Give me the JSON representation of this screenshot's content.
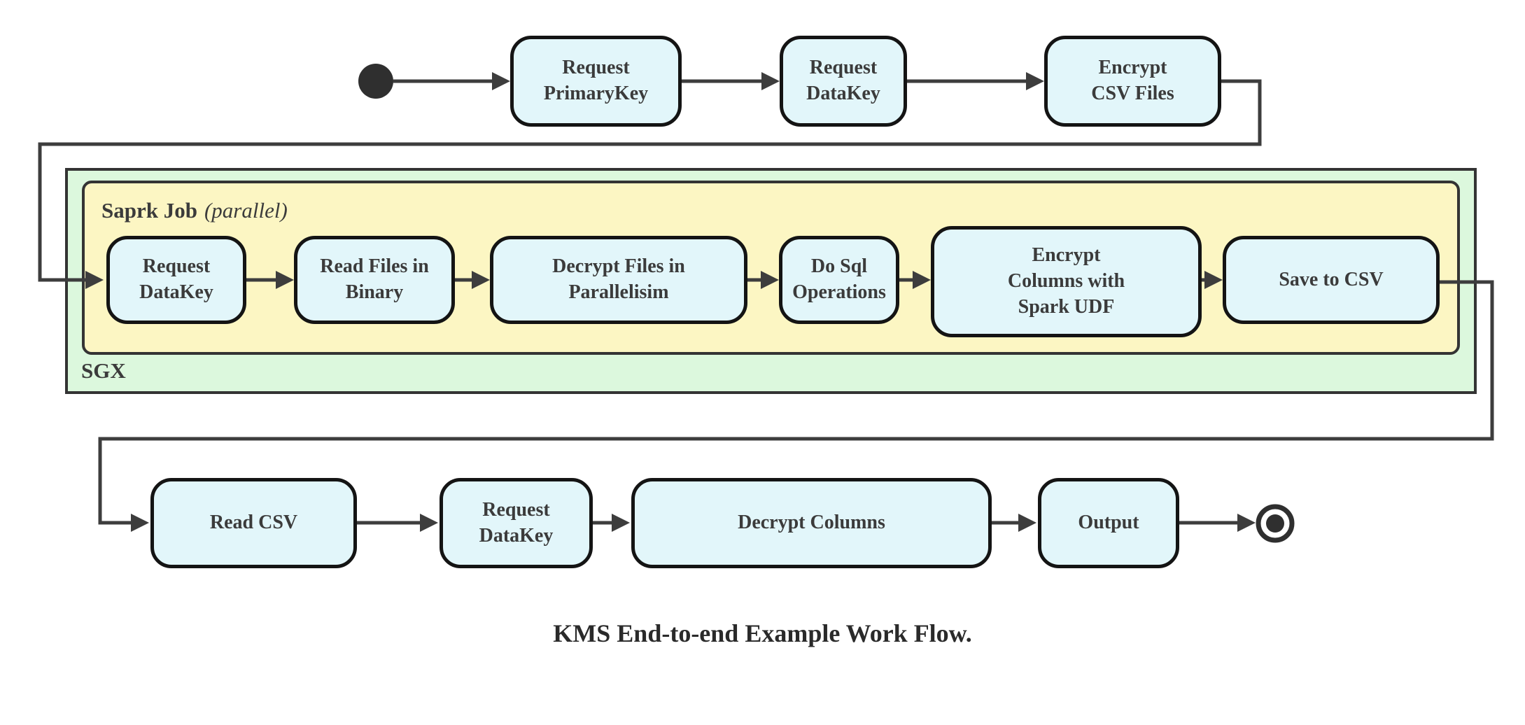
{
  "caption": "KMS End-to-end Example Work Flow.",
  "containers": {
    "outer": {
      "title": "SGX"
    },
    "inner": {
      "title": "Saprk Job",
      "subtitle": "(parallel)"
    }
  },
  "nodes": {
    "top": [
      "Request\nPrimaryKey",
      "Request\nDataKey",
      "Encrypt\nCSV Files"
    ],
    "spark": [
      "Request\nDataKey",
      "Read Files in\nBinary",
      "Decrypt Files in\nParallelisim",
      "Do Sql\nOperations",
      "Encrypt\nColumns with\nSpark UDF",
      "Save to CSV"
    ],
    "bottom": [
      "Read CSV",
      "Request DataKey",
      "Decrypt Columns",
      "Output"
    ]
  },
  "edges": [
    {
      "from": "start",
      "to": "Request PrimaryKey"
    },
    {
      "from": "Request PrimaryKey",
      "to": "Request DataKey"
    },
    {
      "from": "Request DataKey",
      "to": "Encrypt CSV Files"
    },
    {
      "from": "Encrypt CSV Files",
      "to": "Request DataKey (Saprk Job)"
    },
    {
      "from": "Request DataKey (Saprk Job)",
      "to": "Read Files in Binary"
    },
    {
      "from": "Read Files in Binary",
      "to": "Decrypt Files in Parallelisim"
    },
    {
      "from": "Decrypt Files in Parallelisim",
      "to": "Do Sql Operations"
    },
    {
      "from": "Do Sql Operations",
      "to": "Encrypt Columns with Spark UDF"
    },
    {
      "from": "Encrypt Columns with Spark UDF",
      "to": "Save to CSV"
    },
    {
      "from": "Save to CSV",
      "to": "Read CSV"
    },
    {
      "from": "Read CSV",
      "to": "Request DataKey (client)"
    },
    {
      "from": "Request DataKey (client)",
      "to": "Decrypt Columns"
    },
    {
      "from": "Decrypt Columns",
      "to": "Output"
    },
    {
      "from": "Output",
      "to": "end"
    }
  ],
  "colors": {
    "node_fill": "#e2f6fa",
    "node_border": "#141414",
    "sgx_container_fill": "#dcf8dd",
    "spark_container_fill": "#fcf6c3",
    "container_border": "#343434",
    "line": "#3d3d3d",
    "text": "#3b3b3b"
  }
}
